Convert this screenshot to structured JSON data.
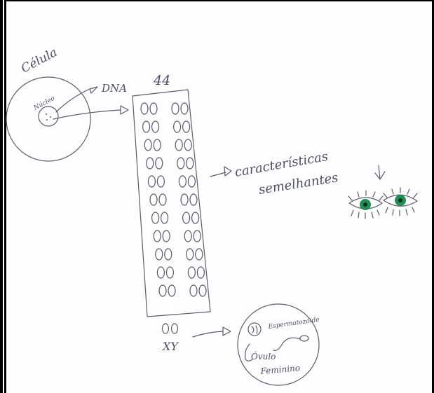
{
  "labels": {
    "cell": "Célula",
    "nucleus": "Núcleo",
    "dna": "DNA",
    "chromosome_count": "44",
    "traits_line1": "características",
    "traits_line2": "semelhantes",
    "sex_chromosomes": "XY",
    "sperm": "Espermatozóide",
    "egg_line1": "Óvulo",
    "egg_line2": "Feminino"
  },
  "eye_color": "#1f8f55",
  "chromosome_pairs": 11
}
